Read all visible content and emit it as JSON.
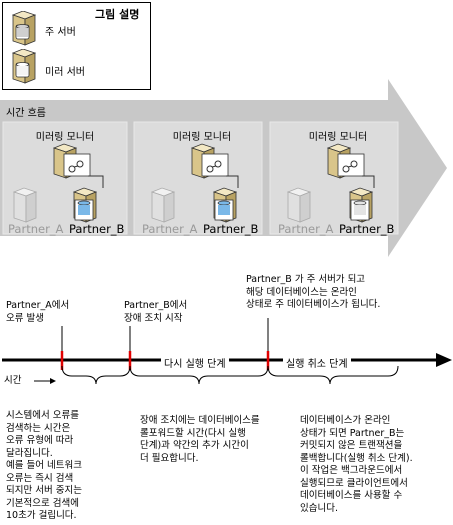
{
  "legend": {
    "title": "그림 설명",
    "principal": "주 서버",
    "mirror": "미러 서버"
  },
  "time_flow": "시간 흐름",
  "monitor_label": "미러링 모니터",
  "partner_a": "Partner_A",
  "partner_b": "Partner_B",
  "events": {
    "error": "Partner_A에서\n오류 발생",
    "failover_start": "Partner_B에서\n장애 조치 시작",
    "becomes_principal": "Partner_B 가 주 서버가 되고\n해당 데이터베이스는 온라인\n상태로 주 데이터베이스가 됩니다."
  },
  "time_label": "시간",
  "phases": {
    "redo": "다시 실행 단계",
    "undo": "실행 취소 단계"
  },
  "notes": {
    "detect": "시스템에서 오류를\n검색하는 시간은\n오류 유형에 따라\n달라집니다.\n예를 들어 네트워크\n오류는 즉시 검색\n되지만 서버 중지는\n기본적으로 검색에\n10초가 걸립니다.",
    "rollforward": "장애 조치에는 데이터베이스를\n롤포워드할 시간(다시 실행\n단계)과 약간의 추가 시간이\n더 필요합니다.",
    "online": "데이터베이스가 온라인\n상태가 되면 Partner_B는\n커밋되지 않은 트랜잭션을\n롤백합니다(실행 취소 단계).\n이 작업은 백그라운드에서\n실행되므로 클라이언트에서\n데이터베이스를 사용할 수\n있습니다."
  },
  "colors": {
    "band": "#c8c8c8",
    "panel": "#dcdcdc",
    "marker": "#e00000",
    "server_fill": "#e7d7a4",
    "disk_active": "#7ab8e8",
    "dim": "#9a9a9a"
  }
}
